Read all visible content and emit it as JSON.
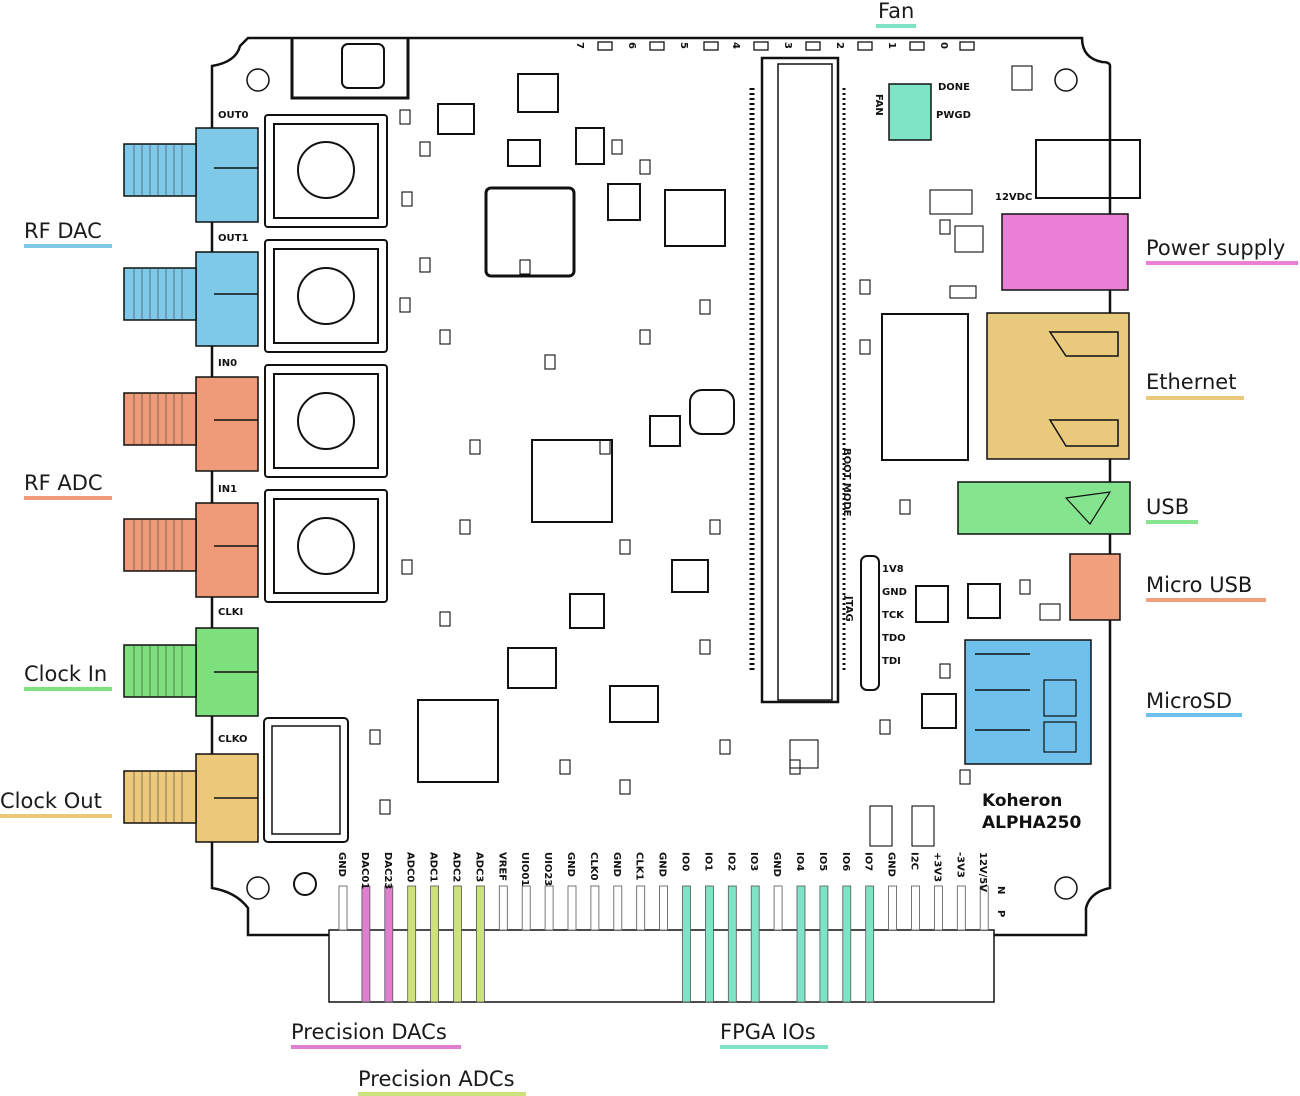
{
  "colors": {
    "rf_dac": "#7ec8e8",
    "rf_adc": "#ef9b7a",
    "clock_in": "#7de07d",
    "clock_out": "#ecc97a",
    "fan": "#7fe3c6",
    "power": "#ea7fd6",
    "ethernet": "#e9c97c",
    "usb": "#84e58e",
    "micro_usb": "#f0a07d",
    "microsd": "#6fc0ea",
    "precision_dacs": "#e07fd0",
    "precision_adcs": "#cde27a",
    "fpga_ios": "#7fe3c6"
  },
  "callouts": {
    "fan": "Fan",
    "rf_dac": "RF DAC",
    "rf_adc": "RF ADC",
    "clock_in": "Clock In",
    "clock_out": "Clock Out",
    "power_supply": "Power supply",
    "ethernet": "Ethernet",
    "usb": "USB",
    "micro_usb": "Micro USB",
    "microsd": "MicroSD",
    "precision_dacs": "Precision DACs",
    "precision_adcs": "Precision ADCs",
    "fpga_ios": "FPGA IOs"
  },
  "silkscreen": {
    "out0": "OUT0",
    "out1": "OUT1",
    "in0": "IN0",
    "in1": "IN1",
    "clki": "CLKI",
    "clko": "CLKO",
    "fan": "FAN",
    "done": "DONE",
    "pwgd": "PWGD",
    "vdc": "12VDC",
    "boot_mode": "BOOT MODE",
    "jtag": "JTAG",
    "jtag_pins": [
      "1V8",
      "GND",
      "TCK",
      "TDO",
      "TDI"
    ],
    "led_numbers": [
      "7",
      "6",
      "5",
      "4",
      "3",
      "2",
      "1",
      "0"
    ],
    "brand_line1": "Koheron",
    "brand_line2": "ALPHA250",
    "header_pins": [
      "GND",
      "DAC01",
      "DAC23",
      "ADC0",
      "ADC1",
      "ADC2",
      "ADC3",
      "VREF",
      "UIO01",
      "UIO23",
      "GND",
      "CLK0",
      "GND",
      "CLK1",
      "GND",
      "IO0",
      "IO1",
      "IO2",
      "IO3",
      "GND",
      "IO4",
      "IO5",
      "IO6",
      "IO7",
      "GND",
      "I2C",
      "+3V3",
      "-3V3",
      "12V/5V"
    ],
    "header_np": [
      "N",
      "P"
    ]
  }
}
